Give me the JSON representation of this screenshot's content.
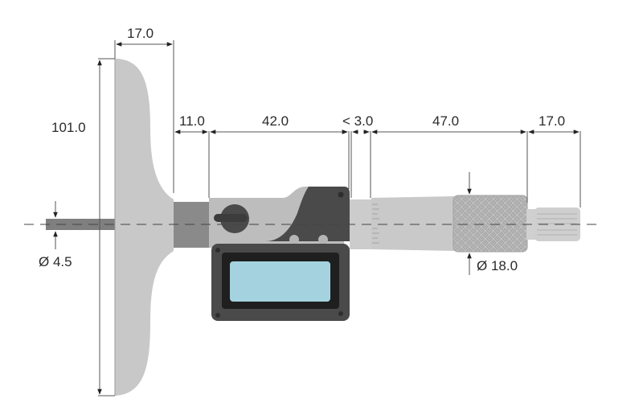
{
  "diagram": {
    "subject": "Digital depth micrometer dimension drawing",
    "units": "mm",
    "colors": {
      "base": "#c8c8c8",
      "rod": "#7f7f7f",
      "neck": "#8a8a8a",
      "frame_light": "#bdbdbd",
      "body_dark": "#4a4a4a",
      "bezel": "#1f1f1f",
      "lcd": "#a4d3df",
      "thimble": "#c9c9c9",
      "ratchet": "#cfcfcf",
      "lines": "#555555"
    },
    "dimensions": {
      "base_width": "17.0",
      "base_height": "101.0",
      "neck_length": "11.0",
      "body_length": "42.0",
      "gap": "< 3.0",
      "thimble_length": "47.0",
      "ratchet_length": "17.0",
      "rod_diameter": "Ø 4.5",
      "thimble_diameter": "Ø 18.0"
    }
  }
}
